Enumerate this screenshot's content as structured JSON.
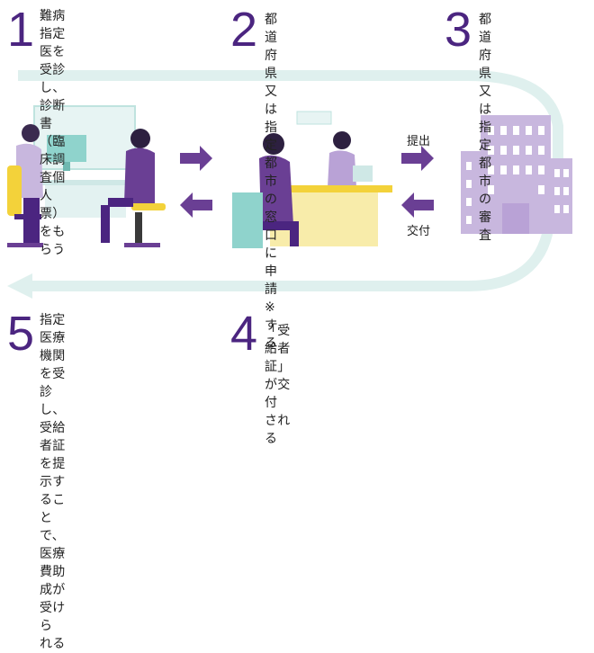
{
  "steps": [
    {
      "number": "1",
      "text": "難病指定医を受診し、\n診断書（臨床調査個人票）\nをもらう"
    },
    {
      "number": "2",
      "text": "都道府県又は指定都市\nの窓口に申請※する"
    },
    {
      "number": "3",
      "text": "都道府県又は\n指定都市の審査"
    },
    {
      "number": "4",
      "text": "「受給者証」が交付\nされる"
    },
    {
      "number": "5",
      "text": "指定医療機関を受診し、\n受給者証を提示すること\nで、医療費助成が受けら\nれる"
    }
  ],
  "arrows": {
    "submit_label": "提出",
    "issue_label": "交付"
  },
  "colors": {
    "accent": "#4b2580",
    "purple": "#6a3f94",
    "light_purple": "#b9a2d6",
    "teal": "#d8efed",
    "yellow": "#f3d23a"
  }
}
